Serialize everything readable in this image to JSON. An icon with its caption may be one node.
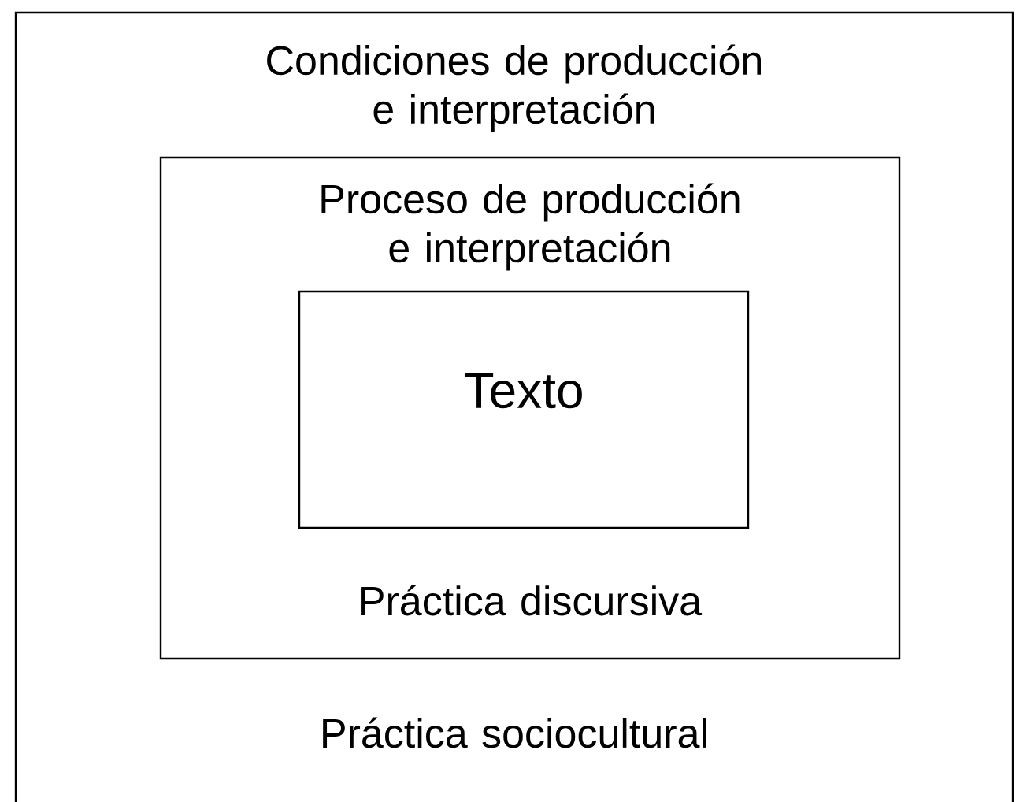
{
  "diagram": {
    "nodes": [
      {
        "text": [
          "Condiciones de producción e interpretación",
          "Práctica sociocultural"
        ]
      },
      {
        "text": [
          "Proceso de producción e interpretación",
          "Práctica discursiva"
        ],
        "in": 0
      },
      {
        "text": [
          "Texto"
        ],
        "in": 1
      }
    ]
  }
}
